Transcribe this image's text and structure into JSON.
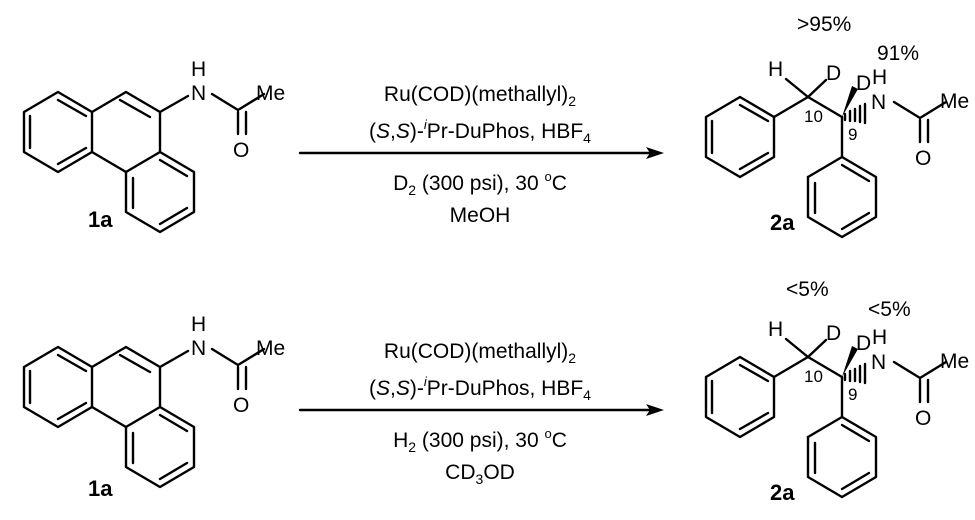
{
  "atoms": {
    "H": "H",
    "N": "N",
    "O": "O",
    "D": "D",
    "Me": "Me"
  },
  "positions": {
    "c10": "10",
    "c9": "9"
  },
  "reactions": [
    {
      "substrate_label": "1a",
      "product_label": "2a",
      "catalyst": {
        "base": "Ru(COD)(methallyl)",
        "sub": "2"
      },
      "ligand": {
        "stereo_open": "(",
        "s1": "S",
        "comma": ",",
        "s2": "S",
        "stereo_close": ")-",
        "iso_sup": "i",
        "name": "Pr-DuPhos, HBF",
        "sub": "4"
      },
      "gas": {
        "base": "D",
        "sub": "2",
        "rest": " (300 psi), 30 ",
        "deg_sup": "o",
        "unit": "C"
      },
      "solvent": {
        "base": "MeOH",
        "sub": "",
        "rest": ""
      },
      "d_incorporation_c10": ">95%",
      "d_incorporation_c9": "91%"
    },
    {
      "substrate_label": "1a",
      "product_label": "2a",
      "catalyst": {
        "base": "Ru(COD)(methallyl)",
        "sub": "2"
      },
      "ligand": {
        "stereo_open": "(",
        "s1": "S",
        "comma": ",",
        "s2": "S",
        "stereo_close": ")-",
        "iso_sup": "i",
        "name": "Pr-DuPhos, HBF",
        "sub": "4"
      },
      "gas": {
        "base": "H",
        "sub": "2",
        "rest": " (300 psi), 30 ",
        "deg_sup": "o",
        "unit": "C"
      },
      "solvent": {
        "base": "CD",
        "sub": "3",
        "rest": "OD"
      },
      "d_incorporation_c10": "<5%",
      "d_incorporation_c9": "<5%"
    }
  ]
}
